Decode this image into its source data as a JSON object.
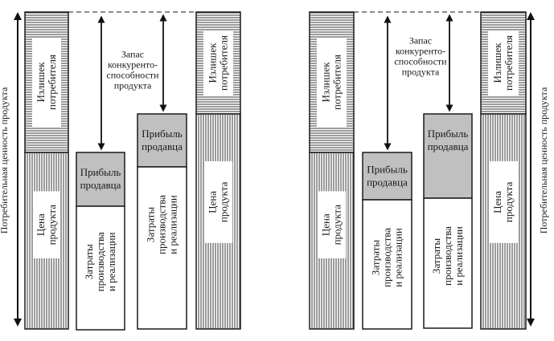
{
  "colors": {
    "seller_profit_fill": "#c0c0c0",
    "cost_fill": "#ffffff",
    "stroke": "#1a1a1a"
  },
  "diagrams": [
    {
      "id": "left",
      "axis_label": "Потребительная ценность продукта",
      "reserve_label_lines": [
        "Запас",
        "конкуренто-",
        "способности",
        "продукта"
      ],
      "columns": [
        {
          "type": "consumer",
          "top_label_lines": [
            "Излишек",
            "потребителя"
          ],
          "bottom_label_lines": [
            "Цена",
            "продукта"
          ]
        },
        {
          "type": "seller",
          "top_label_lines": [
            "Прибыль",
            "продавца"
          ],
          "bottom_label_lines": [
            "Затраты",
            "производства",
            "и реализации"
          ]
        },
        {
          "type": "seller",
          "top_label_lines": [
            "Прибыль",
            "продавца"
          ],
          "bottom_label_lines": [
            "Затраты",
            "производства",
            "и реализации"
          ]
        },
        {
          "type": "consumer",
          "top_label_lines": [
            "Излишек",
            "потребителя"
          ],
          "bottom_label_lines": [
            "Цена",
            "продукта"
          ]
        }
      ]
    },
    {
      "id": "right",
      "axis_label": "Потребительная ценность продукта",
      "reserve_label_lines": [
        "Запас",
        "конкуренто-",
        "способности",
        "продукта"
      ],
      "columns": [
        {
          "type": "consumer",
          "top_label_lines": [
            "Излишек",
            "потребителя"
          ],
          "bottom_label_lines": [
            "Цена",
            "продукта"
          ]
        },
        {
          "type": "seller",
          "top_label_lines": [
            "Прибыль",
            "продавца"
          ],
          "bottom_label_lines": [
            "Затраты",
            "производства",
            "и реализации"
          ]
        },
        {
          "type": "seller",
          "top_label_lines": [
            "Прибыль",
            "продавца"
          ],
          "bottom_label_lines": [
            "Затраты",
            "производства",
            "и реализации"
          ]
        },
        {
          "type": "consumer",
          "top_label_lines": [
            "Излишек",
            "потребителя"
          ],
          "bottom_label_lines": [
            "Цена",
            "продукта"
          ]
        }
      ]
    }
  ]
}
